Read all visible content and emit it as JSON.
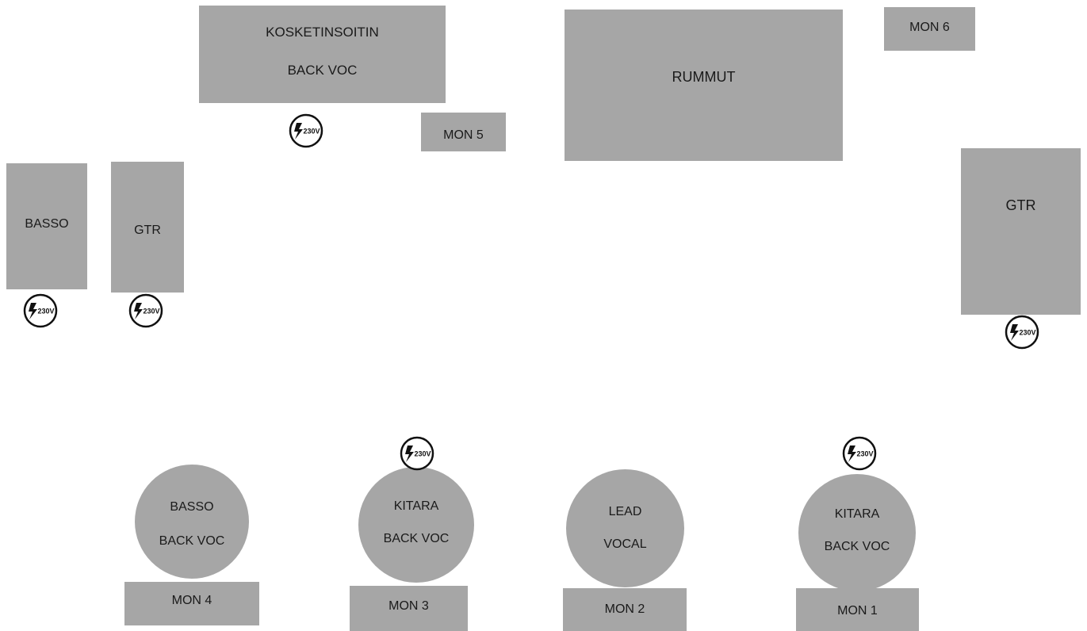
{
  "stage": {
    "keys_riser": {
      "line1": "KOSKETINSOITIN",
      "line2": "BACK VOC"
    },
    "drums": {
      "label": "RUMMUT"
    },
    "mon6": {
      "label": "MON 6"
    },
    "mon5": {
      "label": "MON 5"
    },
    "bass_amp": {
      "label": "BASSO"
    },
    "gtr_amp_left": {
      "label": "GTR"
    },
    "gtr_amp_right": {
      "label": "GTR"
    },
    "pos_bass": {
      "line1": "BASSO",
      "line2": "BACK VOC"
    },
    "pos_gtr_left": {
      "line1": "KITARA",
      "line2": "BACK VOC"
    },
    "pos_lead": {
      "line1": "LEAD",
      "line2": "VOCAL"
    },
    "pos_gtr_right": {
      "line1": "KITARA",
      "line2": "BACK VOC"
    },
    "mon4": {
      "label": "MON 4"
    },
    "mon3": {
      "label": "MON 3"
    },
    "mon2": {
      "label": "MON 2"
    },
    "mon1": {
      "label": "MON 1"
    }
  },
  "power_outlet": {
    "label": "230V",
    "icon": "power-outlet-icon"
  },
  "colors": {
    "fill": "#a6a6a6",
    "text": "#1a1a1a"
  }
}
